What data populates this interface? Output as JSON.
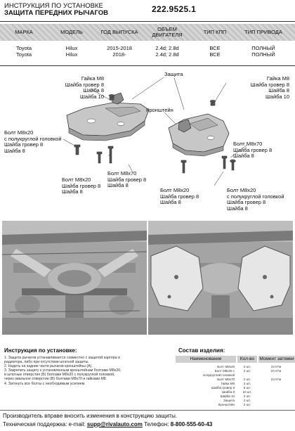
{
  "header": {
    "title_line1": "ИНСТРУКЦИЯ ПО УСТАНОВКЕ",
    "title_line2": "ЗАЩИТА ПЕРЕДНИХ РЫЧАГОВ",
    "part_number": "222.9525.1"
  },
  "spec_table": {
    "columns": [
      "МАРКА",
      "МОДЕЛЬ",
      "ГОД ВЫПУСКА",
      "ОБЪЕМ ДВИГАТЕЛЯ",
      "ТИП КПП",
      "ТИП ПРИВОДА"
    ],
    "rows": [
      [
        "Toyota",
        "Hilux",
        "2015-2018",
        "2.4d; 2.8d",
        "ВСЕ",
        "ПОЛНЫЙ"
      ],
      [
        "Toyota",
        "Hilux",
        "2018-",
        "2.4d; 2.8d",
        "ВСЕ",
        "ПОЛНЫЙ"
      ]
    ]
  },
  "diagram": {
    "callouts": {
      "nut_left": [
        "Гайка М8",
        "Шайба гровер 8",
        "Шайба 8",
        "Шайба 10"
      ],
      "protection": [
        "Защита"
      ],
      "nut_right": [
        "Гайка М8",
        "Шайба гровер 8",
        "Шайба 8",
        "Шайба 10"
      ],
      "bracket": [
        "Кронштейн"
      ],
      "bolt_left_round": [
        "Болт М8x20",
        "с полукруглой головкой",
        "Шайба гровер 8",
        "Шайба 8"
      ],
      "bolt_right_m8x70": [
        "Болт М8x70",
        "Шайба гровер 8",
        "Шайба 8"
      ],
      "bolt_mid_m8x20": [
        "Болт М8x20",
        "Шайба гровер 8",
        "Шайба 8"
      ],
      "bolt_mid_m8x70": [
        "Болт М8x70",
        "Шайба гровер 8",
        "Шайба 8"
      ],
      "bolt_bottom_m8x20": [
        "Болт М8x20",
        "Шайба гровер 8",
        "Шайба 8"
      ],
      "bolt_right_round": [
        "Болт М8x20",
        "с полукруглой головкой",
        "Шайба гровер 8",
        "Шайба 8"
      ]
    }
  },
  "instructions": {
    "title": "Инструкция по установке:",
    "steps": [
      "1. Защита рычагов устанавливается совместно с защитой картера и",
      "радиатора, либо при отсутствии штатной защиты.",
      "2. Надеть на задние части рычагов кронштейны (А).",
      "3. Закрепить защиту к установленным кронштейнам болтами М8х20,",
      "в штатные отверстия (Б) болтами М8х20 с полукруглой головкой,",
      "через овальное отверстие (В) болтами М8х70 и гайками М8.",
      "4. Затянуть все болты с необходимым усилием."
    ]
  },
  "parts": {
    "title": "Состав изделия:",
    "headers": [
      "Наименование",
      "Кол-во",
      "Момент затяжки"
    ],
    "rows": [
      [
        "Болт М8х20",
        "2 шт.",
        "24 Н*м"
      ],
      [
        "Болт М8х20 с",
        "2 шт.",
        "24 Н*м"
      ],
      [
        "полукруглой головкой",
        "",
        ""
      ],
      [
        "Болт М8х70",
        "2 шт.",
        "24 Н*м"
      ],
      [
        "Гайка М8",
        "2 шт.",
        ""
      ],
      [
        "Шайба гровер 8",
        "6 шт.",
        ""
      ],
      [
        "Шайба 8",
        "10 шт.",
        ""
      ],
      [
        "Шайба 10",
        "2 шт.",
        ""
      ],
      [
        "Защита",
        "2 шт.",
        ""
      ],
      [
        "Кронштейн",
        "2 шт.",
        ""
      ]
    ]
  },
  "footer": {
    "note": "Производитель вправе вносить изменения в конструкцию защиты.",
    "support_prefix": "Техническая поддержка:",
    "email_label": "e-mail:",
    "email": "supp@rivalauto.com",
    "phone_label": "Телефон:",
    "phone": "8-800-555-60-43"
  }
}
